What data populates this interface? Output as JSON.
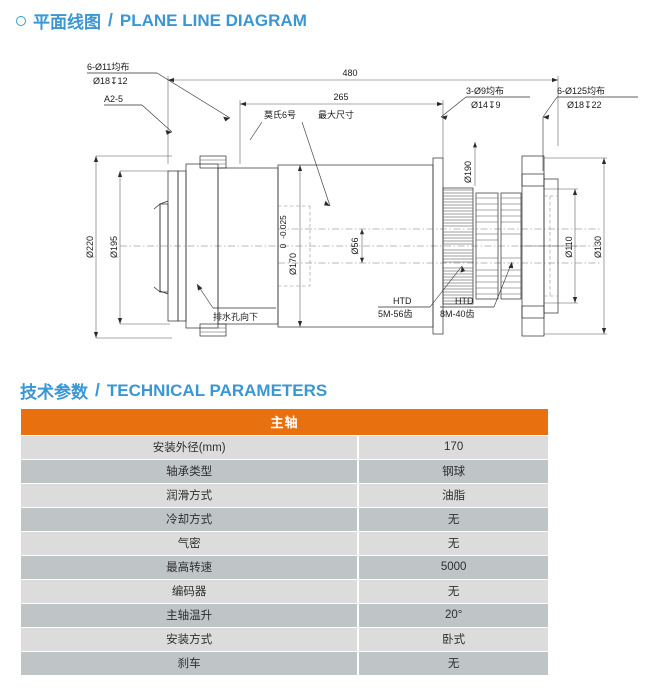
{
  "headings": {
    "plane": {
      "cn": "平面线图",
      "sep": "/",
      "en": "PLANE LINE DIAGRAM"
    },
    "tech": {
      "cn": "技术参数",
      "sep": "/",
      "en": "TECHNICAL PARAMETERS"
    }
  },
  "drawing": {
    "labels": {
      "holes_left_1": "6-Ø11均布",
      "holes_left_2": "Ø18↧12",
      "taper_code": "A2-5",
      "dim_overall": "480",
      "dim_265": "265",
      "morse": "莫氏6号",
      "max_size": "最大尺寸",
      "holes_mid_1": "3-Ø9均布",
      "holes_mid_2": "Ø14↧9",
      "holes_right_1": "6-Ø125均布",
      "holes_right_2": "Ø18↧22",
      "dia_220": "Ø220",
      "dia_195": "Ø195",
      "dia_170": "Ø170",
      "dia_170_tol_upper": "0",
      "dia_170_tol_lower": "-0.025",
      "dia_56": "Ø56",
      "dia_190": "Ø190",
      "dia_110": "Ø110",
      "dia_130": "Ø130",
      "drain": "排水孔向下",
      "htd_a_1": "HTD",
      "htd_a_2": "5M-56齿",
      "htd_b_1": "HTD",
      "htd_b_2": "8M-40齿"
    }
  },
  "table": {
    "title": "主轴",
    "rows": [
      {
        "key": "安装外径(mm)",
        "value": "170"
      },
      {
        "key": "轴承类型",
        "value": "钢球"
      },
      {
        "key": "润滑方式",
        "value": "油脂"
      },
      {
        "key": "冷却方式",
        "value": "无"
      },
      {
        "key": "气密",
        "value": "无"
      },
      {
        "key": "最高转速",
        "value": "5000"
      },
      {
        "key": "编码器",
        "value": "无"
      },
      {
        "key": "主轴温升",
        "value": "20°"
      },
      {
        "key": "安装方式",
        "value": "卧式"
      },
      {
        "key": "刹车",
        "value": "无"
      }
    ]
  },
  "colors": {
    "heading_blue": "#3a97d4",
    "table_header_orange": "#e8700f",
    "row_light": "#dcdcdc",
    "row_dark": "#bfc4c7"
  }
}
